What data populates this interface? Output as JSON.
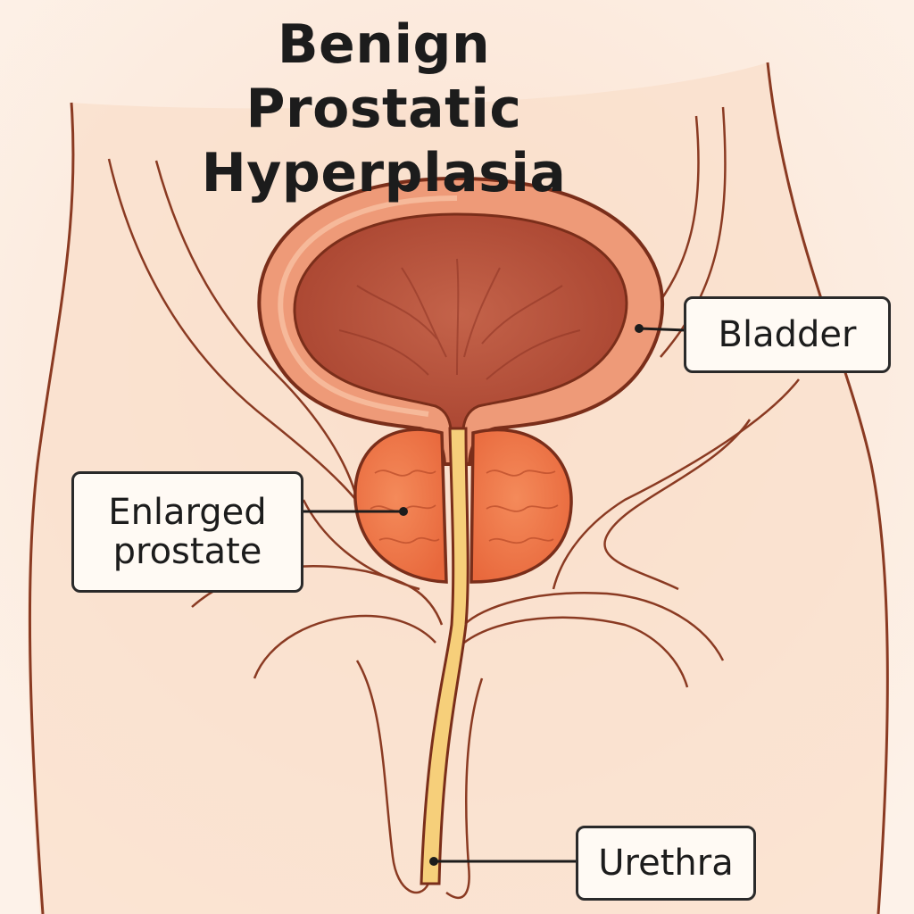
{
  "title": {
    "line1": "Benign Prostatic",
    "line2": "Hyperplasia"
  },
  "labels": {
    "bladder": "Bladder",
    "prostate_line1": "Enlarged",
    "prostate_line2": "prostate",
    "urethra": "Urethra"
  },
  "colors": {
    "background": "#fdf0e6",
    "skin": "#f8dcc6",
    "outline": "#7a2e1a",
    "bladder_wall": "#ee9a78",
    "bladder_interior": "#b8503a",
    "prostate": "#f07a4c",
    "urethra": "#f6cf7a"
  }
}
